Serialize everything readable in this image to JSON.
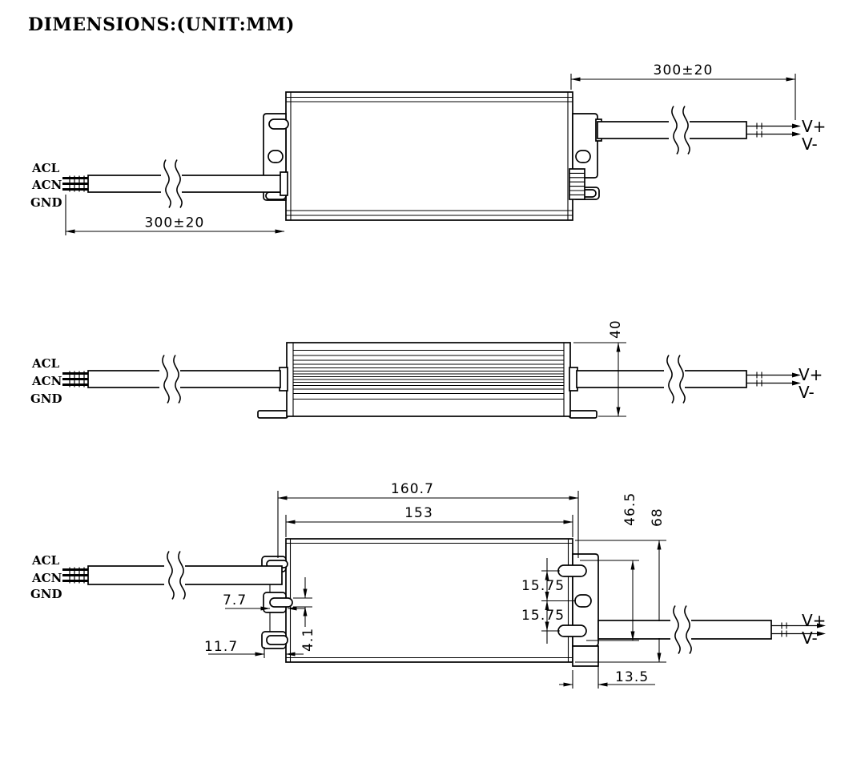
{
  "title": "DIMENSIONS:(UNIT:MM)",
  "wire_labels": {
    "acl": "ACL",
    "acn": "ACN",
    "gnd": "GND",
    "vplus": "V+",
    "vminus": "V-"
  },
  "dims": {
    "top_view": {
      "input_lead_length": "300±20",
      "output_lead_length": "300±20"
    },
    "side_view": {
      "case_height": "40"
    },
    "bottom_view": {
      "overall_length": "160.7",
      "case_length": "153",
      "mount_span": "46.5",
      "case_width": "68",
      "slot_pitch_upper": "15.75",
      "slot_pitch_lower": "15.75",
      "slot_depth": "7.7",
      "slot_width": "4.1",
      "tab_depth": "11.7",
      "bracket_depth": "13.5"
    }
  },
  "colors": {
    "line": "#000000",
    "background": "#ffffff"
  }
}
